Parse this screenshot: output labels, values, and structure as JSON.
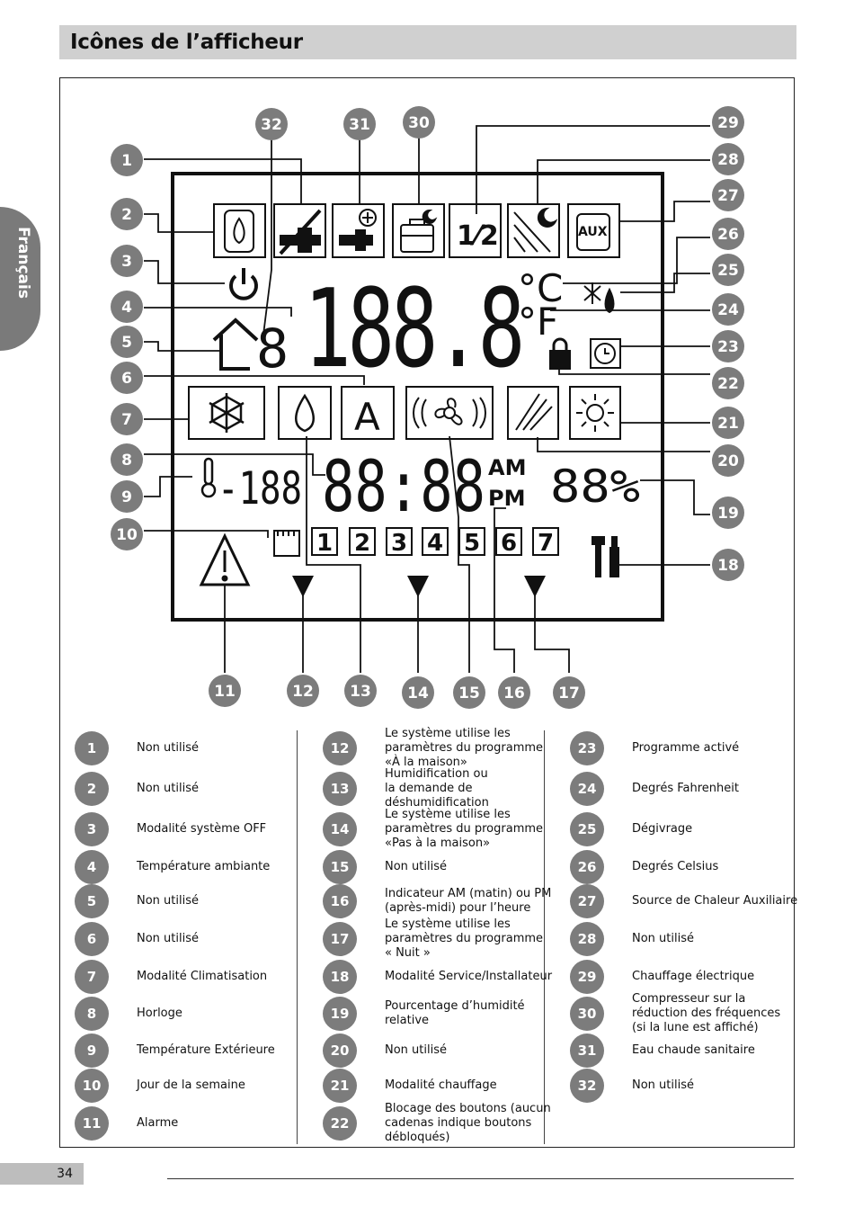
{
  "header": {
    "title": "Icônes de l’afficheur"
  },
  "side_tab": {
    "label": "Français"
  },
  "page": {
    "number": "34"
  },
  "display": {
    "temp_main": "188.8",
    "temp_small": "8",
    "unit_c": "°C",
    "unit_f": "°F",
    "clock": "88:88",
    "am": "AM",
    "pm": "PM",
    "outdoor": "-188",
    "humidity": "88%",
    "aux": "AUX",
    "mode_a": "A",
    "elec": "1⁄2",
    "days": [
      "1",
      "2",
      "3",
      "4",
      "5",
      "6",
      "7"
    ]
  },
  "callouts": [
    "1",
    "2",
    "3",
    "4",
    "5",
    "6",
    "7",
    "8",
    "9",
    "10",
    "11",
    "12",
    "13",
    "14",
    "15",
    "16",
    "17",
    "18",
    "19",
    "20",
    "21",
    "22",
    "23",
    "24",
    "25",
    "26",
    "27",
    "28",
    "29",
    "30",
    "31",
    "32"
  ],
  "legend": {
    "col1": [
      {
        "n": "1",
        "t": "Non utilisé"
      },
      {
        "n": "2",
        "t": "Non utilisé"
      },
      {
        "n": "3",
        "t": "Modalité système OFF"
      },
      {
        "n": "4",
        "t": "Température ambiante"
      },
      {
        "n": "5",
        "t": "Non utilisé"
      },
      {
        "n": "6",
        "t": "Non utilisé"
      },
      {
        "n": "7",
        "t": "Modalité Climatisation"
      },
      {
        "n": "8",
        "t": "Horloge"
      },
      {
        "n": "9",
        "t": "Température Extérieure"
      },
      {
        "n": "10",
        "t": "Jour de la semaine"
      },
      {
        "n": "11",
        "t": "Alarme"
      }
    ],
    "col2": [
      {
        "n": "12",
        "t": [
          "Le système utilise les",
          "paramètres du programme",
          "«À la maison»"
        ]
      },
      {
        "n": "13",
        "t": [
          "Humidification ou",
          "la demande de",
          "déshumidification"
        ]
      },
      {
        "n": "14",
        "t": [
          "Le système utilise les",
          "paramètres du programme",
          "«Pas à la maison»"
        ]
      },
      {
        "n": "15",
        "t": [
          "Non utilisé"
        ]
      },
      {
        "n": "16",
        "t": [
          "Indicateur AM (matin) ou PM",
          "(après-midi) pour l’heure"
        ]
      },
      {
        "n": "17",
        "t": [
          "Le système utilise les",
          "paramètres du programme",
          "« Nuit »"
        ]
      },
      {
        "n": "18",
        "t": [
          "Modalité Service/Installateur"
        ]
      },
      {
        "n": "19",
        "t": [
          "Pourcentage d’humidité",
          "relative"
        ]
      },
      {
        "n": "20",
        "t": [
          "Non utilisé"
        ]
      },
      {
        "n": "21",
        "t": [
          "Modalité chauffage"
        ]
      },
      {
        "n": "22",
        "t": [
          "Blocage des boutons (aucun",
          "cadenas indique boutons",
          "débloqués)"
        ]
      }
    ],
    "col3": [
      {
        "n": "23",
        "t": [
          "Programme activé"
        ]
      },
      {
        "n": "24",
        "t": [
          "Degrés Fahrenheit"
        ]
      },
      {
        "n": "25",
        "t": [
          "Dégivrage"
        ]
      },
      {
        "n": "26",
        "t": [
          "Degrés Celsius"
        ]
      },
      {
        "n": "27",
        "t": [
          "Source de Chaleur Auxiliaire"
        ]
      },
      {
        "n": "28",
        "t": [
          "Non utilisé"
        ]
      },
      {
        "n": "29",
        "t": [
          "Chauffage électrique"
        ]
      },
      {
        "n": "30",
        "t": [
          "Compresseur sur la",
          "réduction des fréquences",
          "(si la lune est affiché)"
        ]
      },
      {
        "n": "31",
        "t": [
          "Eau chaude sanitaire"
        ]
      },
      {
        "n": "32",
        "t": [
          "Non utilisé"
        ]
      }
    ]
  },
  "colors": {
    "badge": "#7c7c7c",
    "header_bg": "#d0d0d0",
    "side_tab": "#7a7a7a"
  }
}
